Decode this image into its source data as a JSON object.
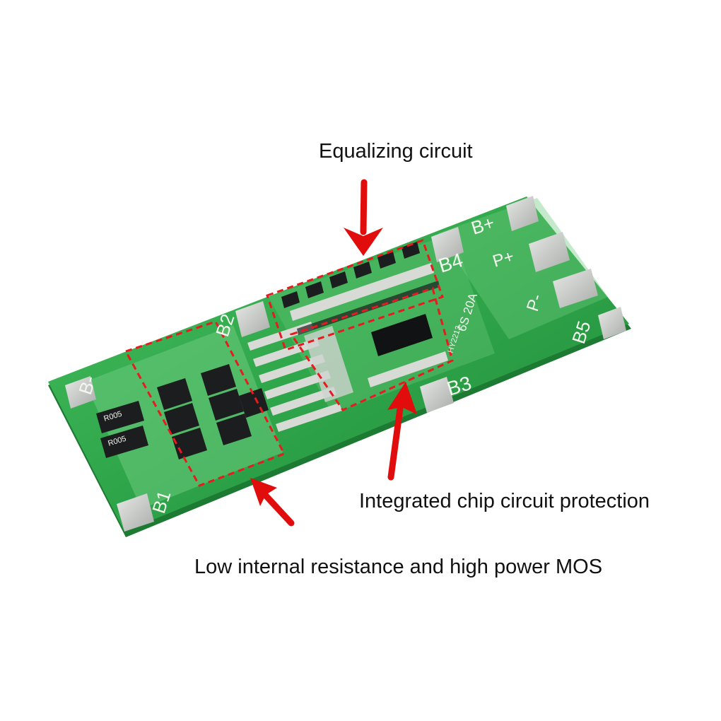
{
  "annotations": {
    "equalizing": "Equalizing circuit",
    "chip_protection": "Integrated chip circuit protection",
    "mos": "Low internal resistance and high power MOS"
  },
  "board_labels": {
    "b_minus": "B-",
    "b1": "B1",
    "b2": "B2",
    "b3": "B3",
    "b4": "B4",
    "b5": "B5",
    "b_plus": "B+",
    "p_plus": "P+",
    "p_minus": "P-",
    "model": "6S 20A",
    "chip_mark": "HY2213",
    "resistor_1": "R005",
    "resistor_2": "R005"
  },
  "colors": {
    "pcb_green": "#2fa54a",
    "pcb_light": "#7fd18e",
    "highlight_box": "#e8191f",
    "arrow": "#e10d0d",
    "pad_silver": "#c9ccc8",
    "component_black": "#1c1d1f"
  },
  "icons": {
    "arrow": "arrow-icon"
  }
}
